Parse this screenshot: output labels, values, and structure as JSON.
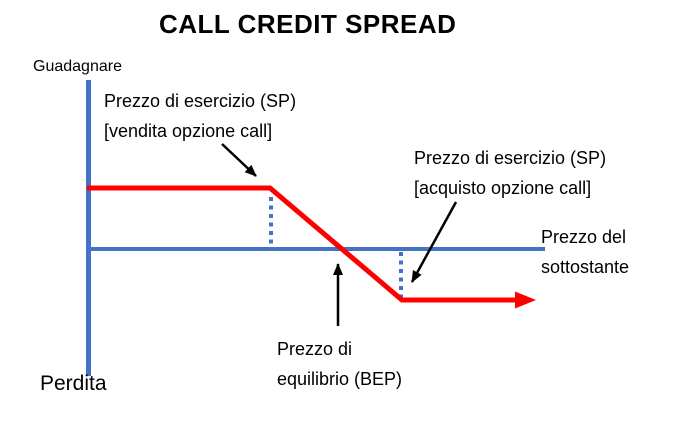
{
  "title": "CALL CREDIT SPREAD",
  "axis_labels": {
    "gain": "Guadagnare",
    "loss": "Perdita",
    "underlying_line1": "Prezzo del",
    "underlying_line2": "sottostante"
  },
  "annotations": {
    "short_strike_line1": "Prezzo di esercizio (SP)",
    "short_strike_line2": "[vendita opzione call]",
    "long_strike_line1": "Prezzo di esercizio (SP)",
    "long_strike_line2": "[acquisto opzione call]",
    "breakeven_line1": "Prezzo di",
    "breakeven_line2": "equilibrio (BEP)"
  },
  "colors": {
    "axis_blue": "#4472C4",
    "payoff_red": "#FF0000",
    "text_black": "#000000"
  }
}
